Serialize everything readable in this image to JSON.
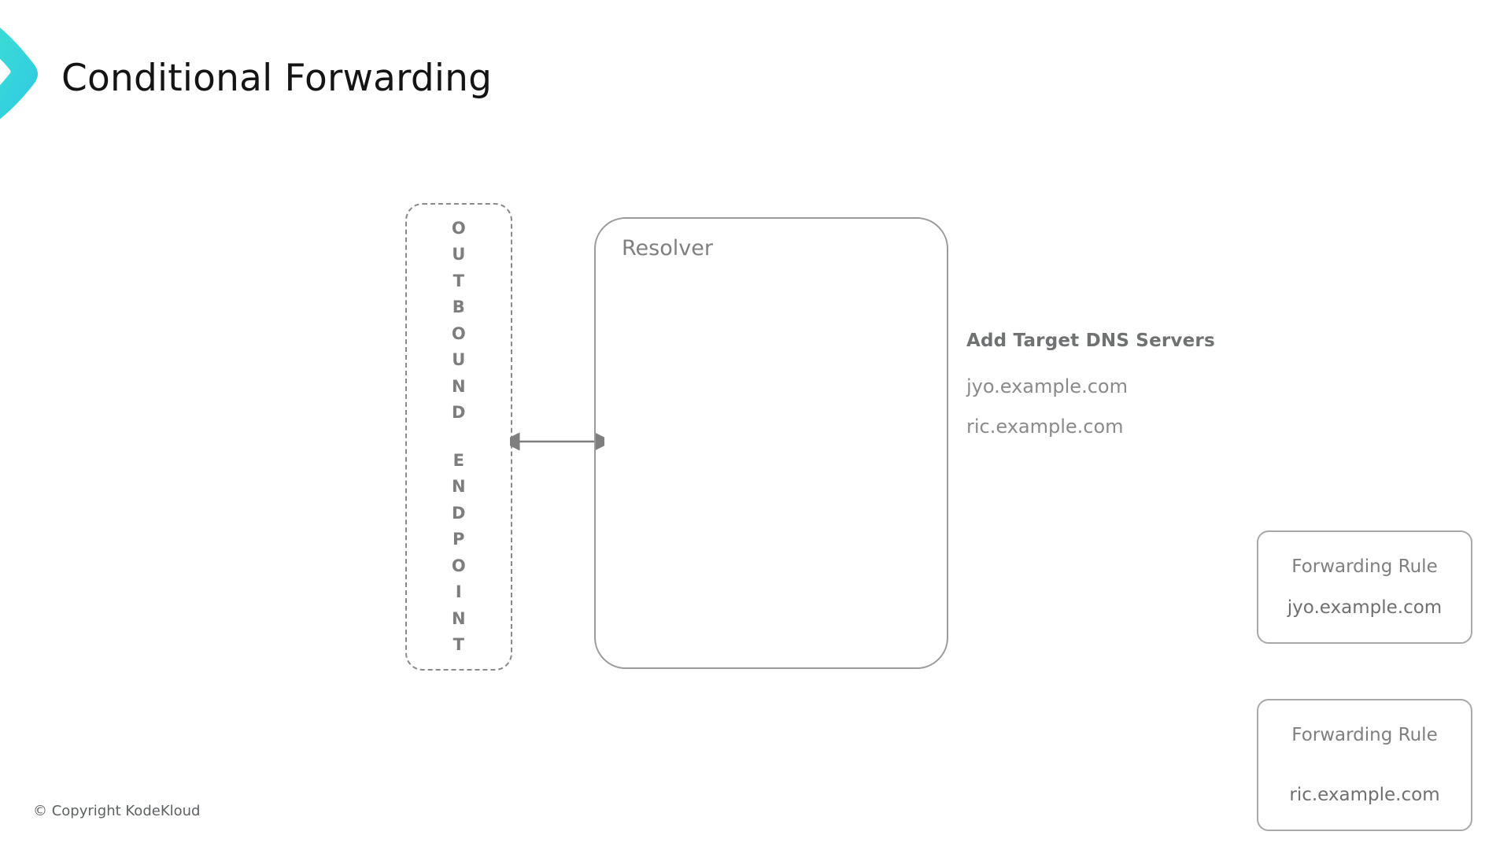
{
  "page": {
    "title": "Conditional Forwarding",
    "background_color": "#ffffff",
    "title_color": "#141414"
  },
  "logo": {
    "name": "kodekloud-chevron-logo",
    "gradient_from": "#3fe0d0",
    "gradient_to": "#2ec8e6"
  },
  "diagram": {
    "endpoint": {
      "line1": "OUTBOUND",
      "line2": "ENDPOINT",
      "orientation": "vertical-stacked-letters",
      "border_style": "dashed",
      "border_color": "#8a8a8a",
      "text_color": "#7d7d7d"
    },
    "resolver": {
      "label": "Resolver",
      "border_color": "#9b9b9b",
      "text_color": "#7f7f7f",
      "rules": [
        {
          "title": "Forwarding Rule",
          "domain": "jyo.example.com"
        },
        {
          "title": "Forwarding Rule",
          "domain": "ric.example.com"
        }
      ]
    },
    "connector": {
      "type": "bidirectional-arrow",
      "color": "#7f7f7f"
    }
  },
  "annotation": {
    "heading": "Add Target DNS Servers",
    "items": [
      "jyo.example.com",
      "ric.example.com"
    ],
    "heading_color": "#6f7173",
    "item_color": "#8a8a8a"
  },
  "footer": {
    "copyright": "© Copyright KodeKloud"
  }
}
